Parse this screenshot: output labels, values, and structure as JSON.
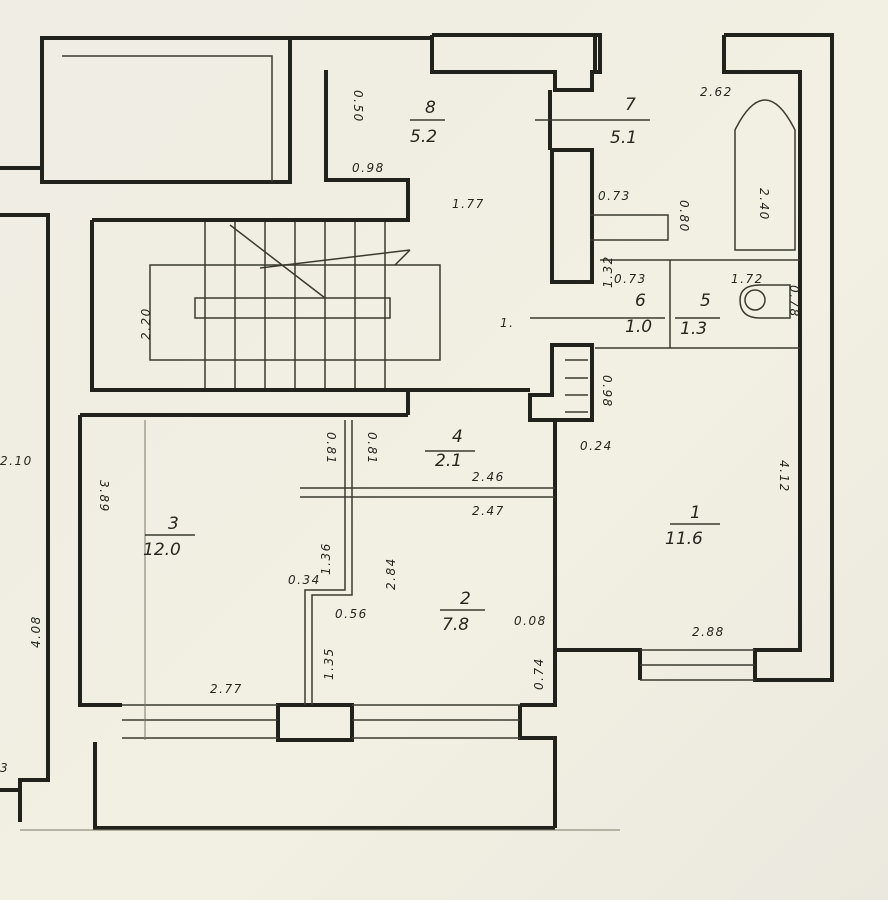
{
  "title": "Floor plan",
  "rooms": [
    {
      "number": "1",
      "area": "11.6"
    },
    {
      "number": "2",
      "area": "7.8"
    },
    {
      "number": "3",
      "area": "12.0"
    },
    {
      "number": "4",
      "area": "2.1"
    },
    {
      "number": "5",
      "area": "1.3"
    },
    {
      "number": "6",
      "area": "1.0"
    },
    {
      "number": "7",
      "area": "5.1"
    },
    {
      "number": "8",
      "area": "5.2"
    }
  ],
  "dimensions": {
    "d_2_62": "2.62",
    "d_0_98_top": "0.98",
    "d_0_50": "0.50",
    "d_1_77": "1.77",
    "d_0_73_a": "0.73",
    "d_0_73_b": "0.73",
    "d_1_72": "1.72",
    "d_2_40": "2.40",
    "d_0_80": "0.80",
    "d_1_32": "1.32",
    "d_0_78": "0.78",
    "d_2_20": "2.20",
    "d_1": "1.",
    "d_0_98_mid": "0.98",
    "d_0_24": "0.24",
    "d_2_46": "2.46",
    "d_2_47": "2.47",
    "d_0_81_a": "0.81",
    "d_0_81_b": "0.81",
    "d_3_89": "3.89",
    "d_1_36": "1.36",
    "d_0_34": "0.34",
    "d_2_84": "2.84",
    "d_0_56": "0.56",
    "d_1_35": "1.35",
    "d_0_08": "0.08",
    "d_0_74": "0.74",
    "d_4_12": "4.12",
    "d_2_88": "2.88",
    "d_2_77": "2.77",
    "d_4_08": "4.08",
    "d_2_10": "2.10",
    "d_3": "3"
  }
}
